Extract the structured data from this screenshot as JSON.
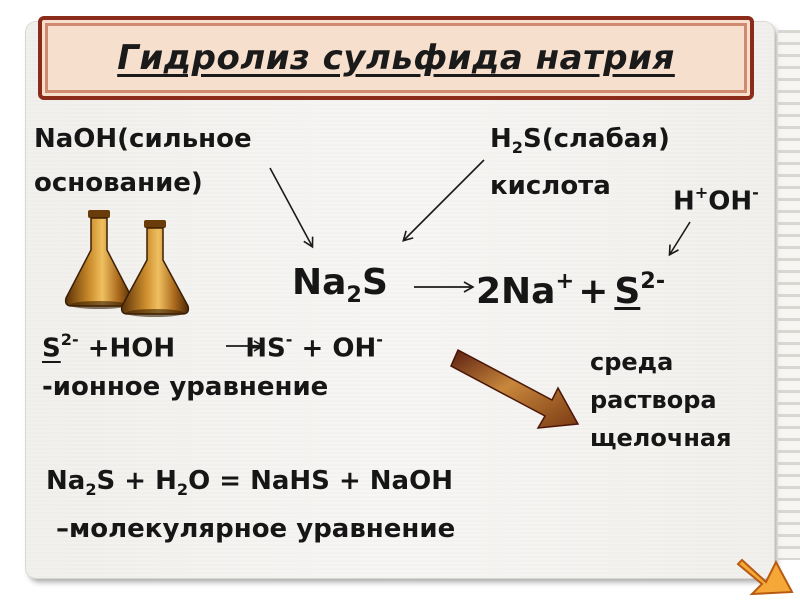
{
  "title": "Гидролиз сульфида натрия",
  "naoh_label": {
    "formula": "NaOH",
    "desc": "(сильное",
    "desc2": "основание)"
  },
  "h2s_label": {
    "h": "H",
    "sub": "2",
    "s": "S",
    "desc": "(слабая)",
    "desc2": "кислота"
  },
  "water_ions": {
    "h": "H",
    "h_charge": "+",
    "oh": "OH",
    "oh_charge": "-"
  },
  "salt": {
    "na": "Na",
    "sub": "2",
    "s": "S"
  },
  "dissociation": {
    "na": "2Na",
    "na_charge": "+",
    "plus": "+",
    "s": "S",
    "s_charge": "2-"
  },
  "ionic_equation": {
    "s": "S",
    "s_charge": "2-",
    "plus_hoh": "+HOH",
    "hs": "HS",
    "hs_charge": "-",
    "plus_oh": "+ OH",
    "oh_charge": "-",
    "caption": "-ионное уравнение"
  },
  "medium_note": {
    "line1": "среда",
    "line2": "раствора",
    "line3": "щелочная"
  },
  "molecular_equation": {
    "na": "Na",
    "na_sub": "2",
    "s_plus_h": "S + H",
    "h_sub": "2",
    "rest": "O = NaHS + NaOH",
    "caption": "–молекулярное уравнение"
  },
  "colors": {
    "title_border": "#8b2c1b",
    "title_fill": "#f7dfcd",
    "arrow_brown": "#8a4a1e",
    "nav_orange": "#f29a2e"
  },
  "icons": {
    "flasks": "conical-flask-icon",
    "next": "next-arrow-icon"
  }
}
